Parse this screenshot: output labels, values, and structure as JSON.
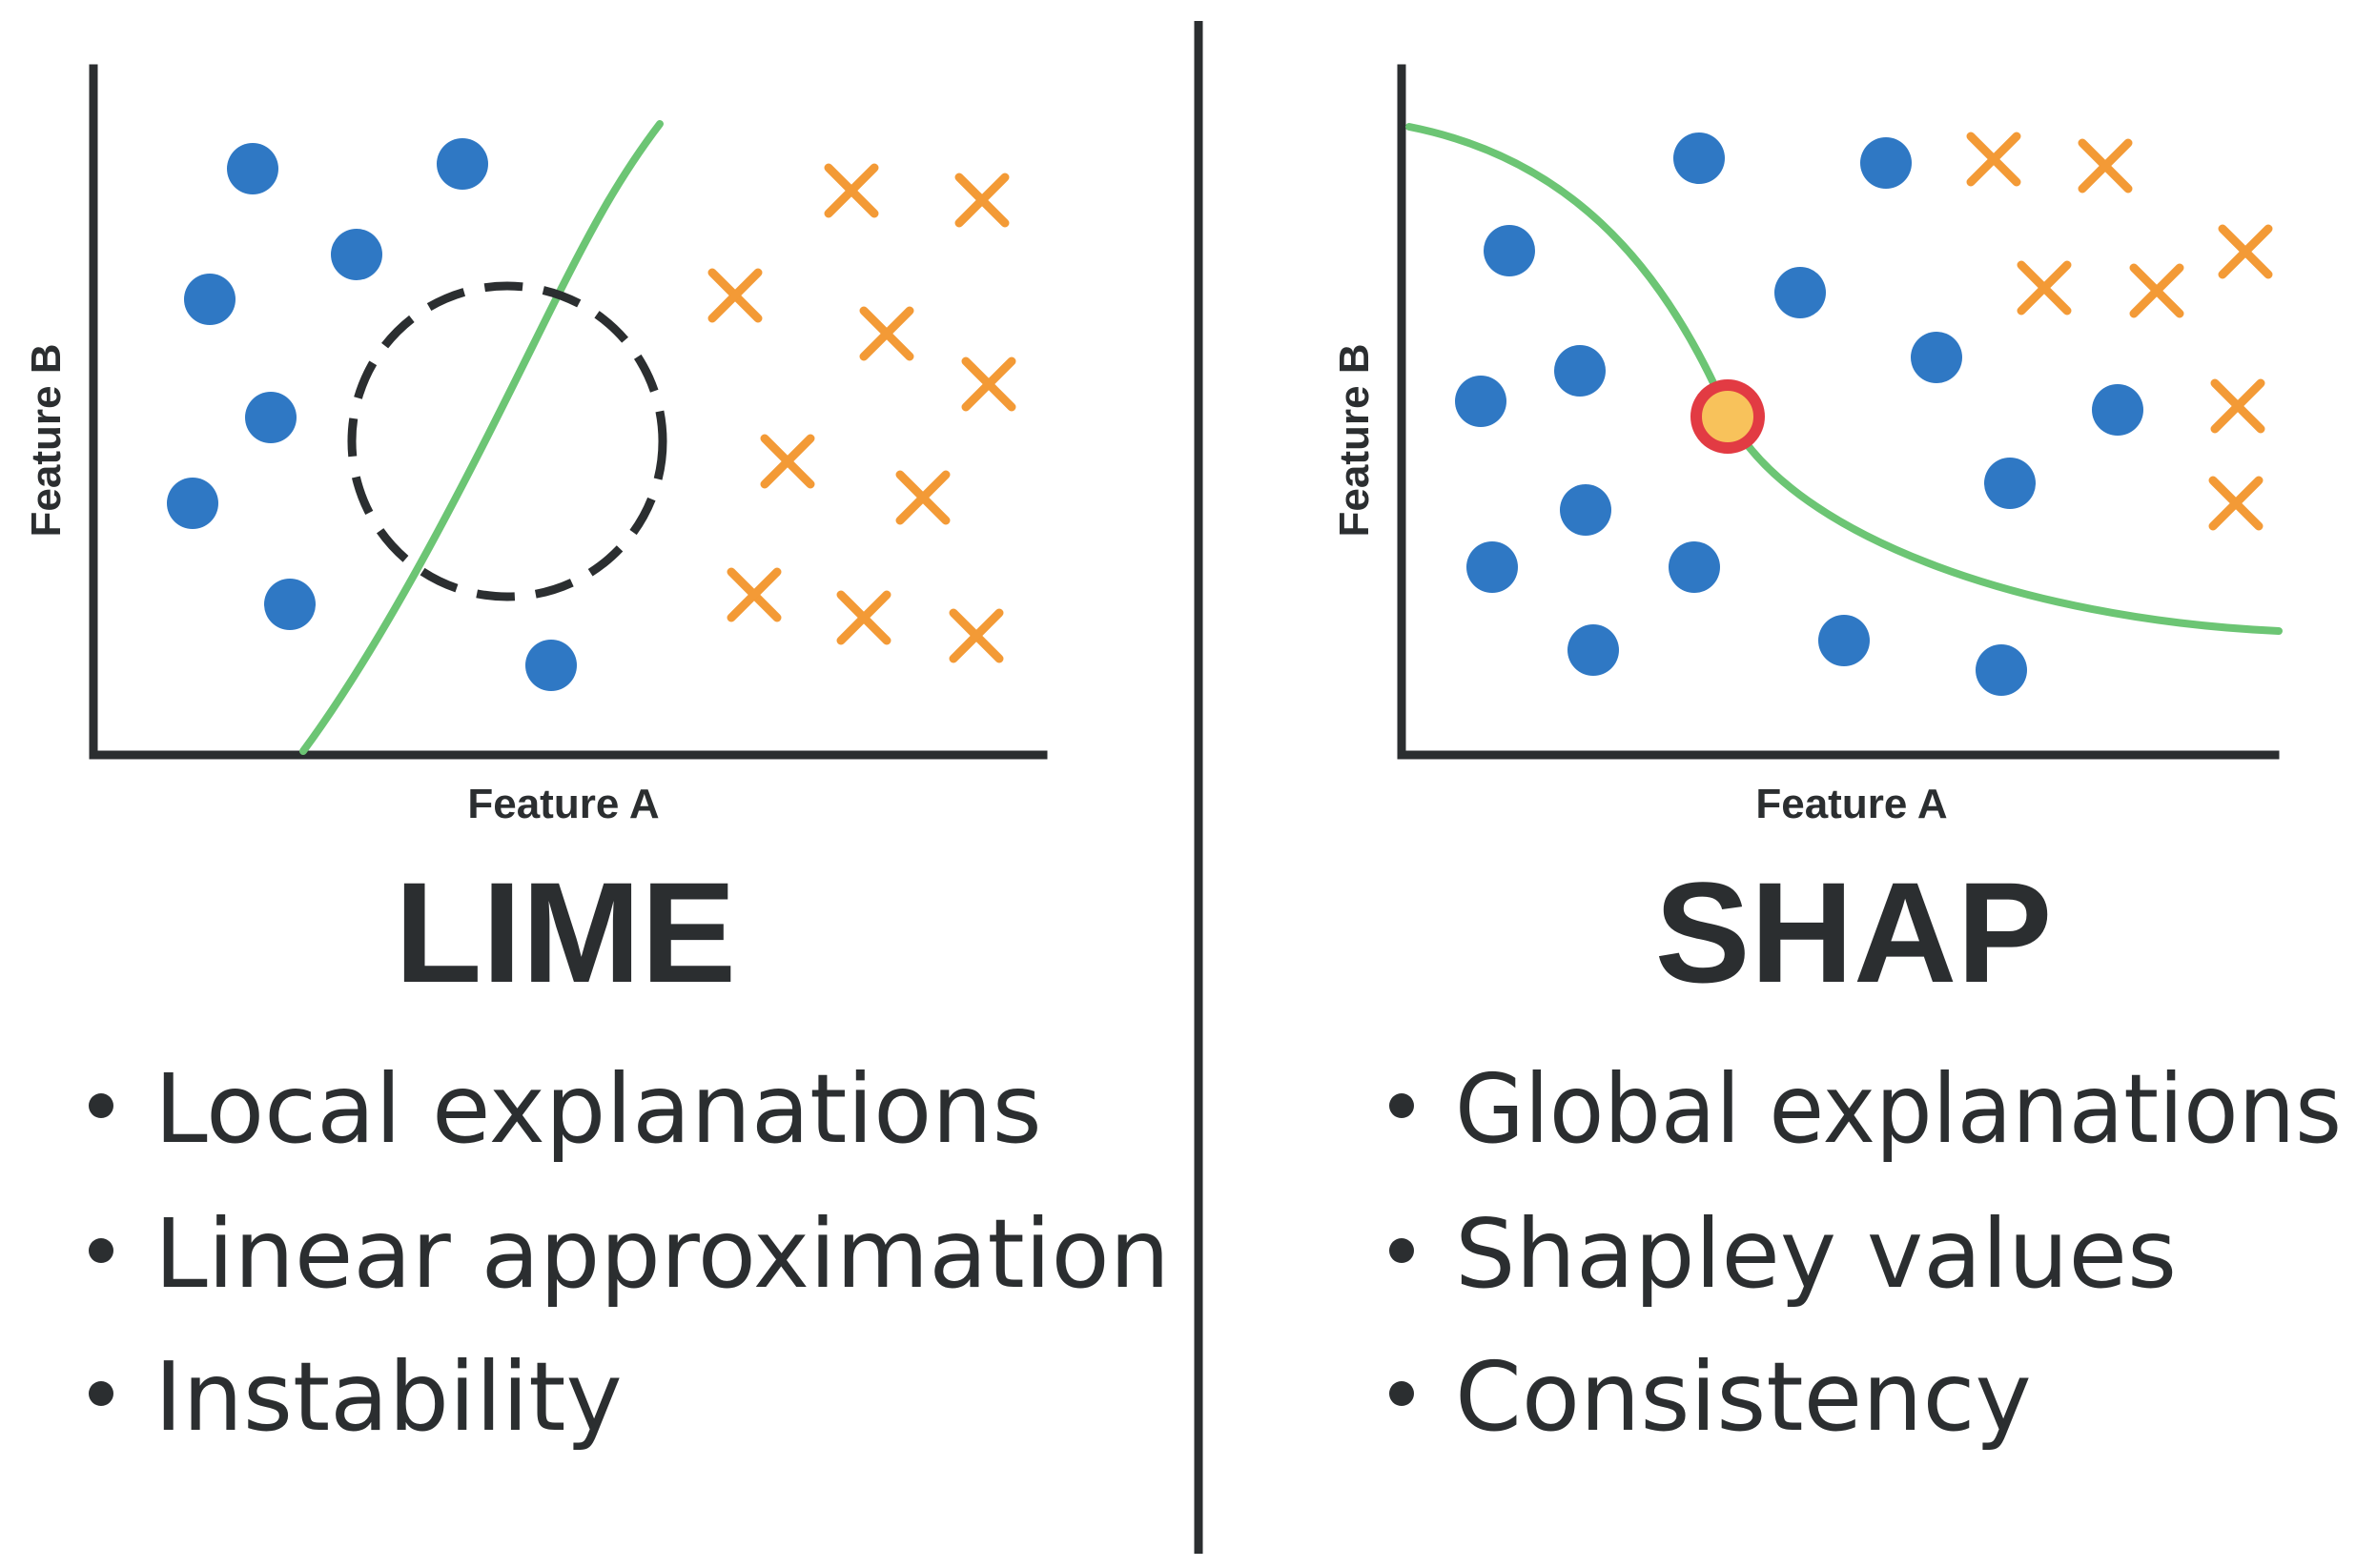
{
  "colors": {
    "class_a_dot": "#2f78c4",
    "class_b_cross": "#f39a36",
    "boundary": "#6cc574",
    "highlight_fill": "#f8c25b",
    "highlight_ring": "#e23b43",
    "ink": "#2b2e30"
  },
  "lime": {
    "y_axis_label": "Feature B",
    "x_axis_label": "Feature A",
    "title": "LIME",
    "bullets": [
      "Local explanations",
      "Linear approximation",
      "Instability"
    ]
  },
  "shap": {
    "y_axis_label": "Feature B",
    "x_axis_label": "Feature A",
    "title": "SHAP",
    "bullets": [
      "Global explanations",
      "Shapley values",
      "Consistency"
    ]
  },
  "icons": {
    "class_a": "blue-dot-icon",
    "class_b": "orange-cross-icon",
    "local_region": "dashed-circle",
    "explained_instance": "highlighted-point"
  }
}
